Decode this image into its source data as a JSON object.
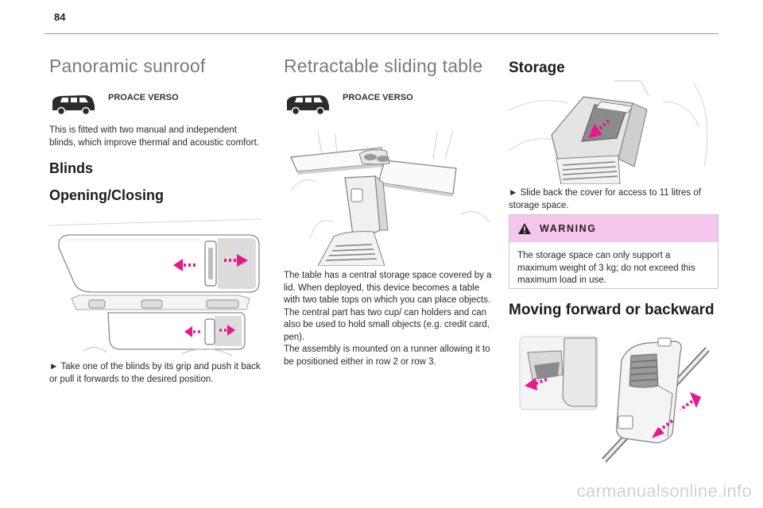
{
  "page_number": "84",
  "col1": {
    "title": "Panoramic sunroof",
    "model": "PROACE VERSO",
    "intro": "This is fitted with two manual and independent blinds, which improve thermal and acoustic comfort.",
    "h_blinds": "Blinds",
    "h_opening": "Opening/Closing",
    "instruction": "► Take one of the blinds by its grip and push it back or pull it forwards to the desired position."
  },
  "col2": {
    "title": "Retractable sliding table",
    "model": "PROACE VERSO",
    "body1": "The table has a central storage space covered by a lid. When deployed, this device becomes a table with two table tops on which you can place objects. The central part has two cup/ can holders and can also be used to hold small objects (e.g. credit card, pen).",
    "body2": "The assembly is mounted on a runner allowing it to be positioned either in row 2 or row 3."
  },
  "col3": {
    "title": "Storage",
    "instruction": "► Slide back the cover for access to 11 litres of storage space.",
    "warning_title": "WARNING",
    "warning_text": "The storage space can only support a maximum weight of 3 kg; do not exceed this maximum load in use.",
    "h_moving": "Moving forward or backward"
  },
  "watermark": "carmanualsonline.info",
  "colors": {
    "accent_magenta": "#e8178a",
    "warning_band": "#f6c7ec",
    "heading_gray": "#7a7a7a"
  }
}
